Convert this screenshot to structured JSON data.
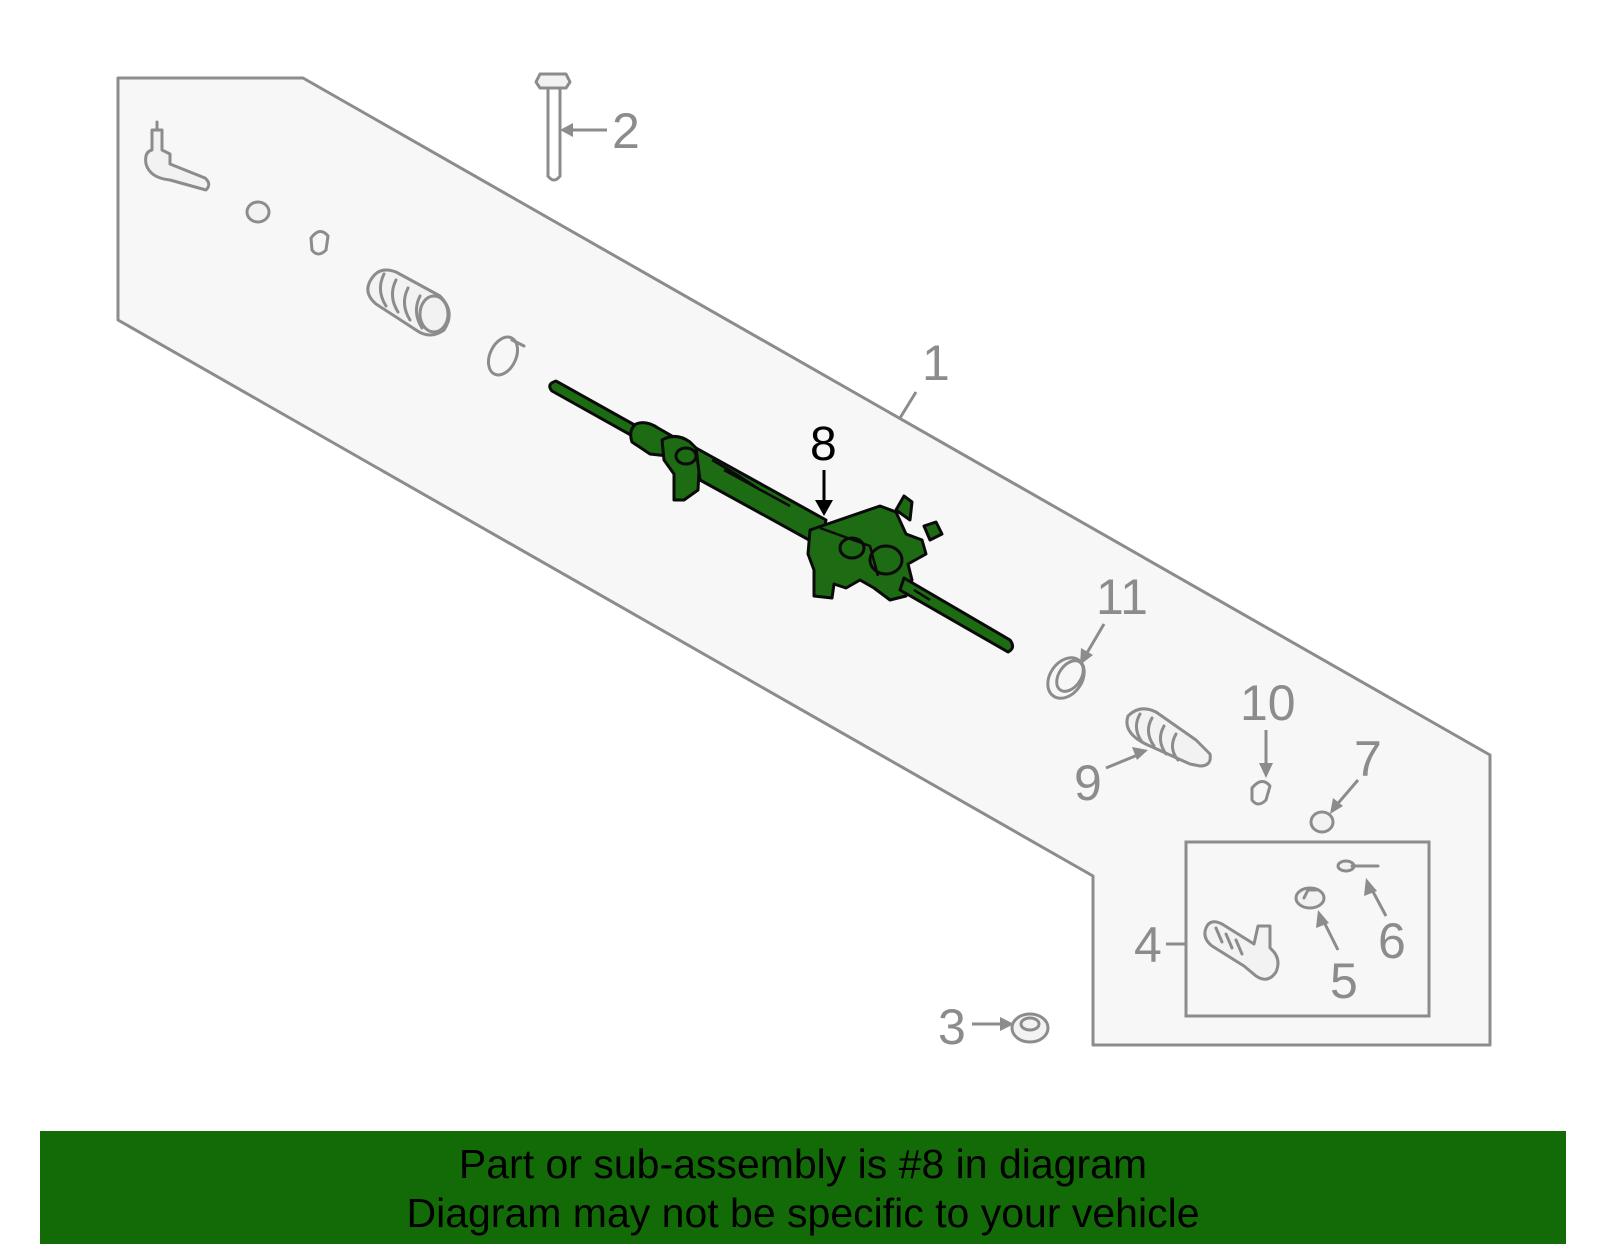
{
  "diagram": {
    "highlight_color": "#1d6b12",
    "panel_fill": "#f7f7f7",
    "line_color": "#8c8c8c",
    "callouts": [
      "1",
      "2",
      "3",
      "4",
      "5",
      "6",
      "7",
      "8",
      "9",
      "10",
      "11"
    ],
    "highlighted_callout": "8"
  },
  "banner": {
    "line1": "Part or sub-assembly is #8 in diagram",
    "line2": "Diagram may not be specific to your vehicle",
    "background": "#136b08"
  }
}
